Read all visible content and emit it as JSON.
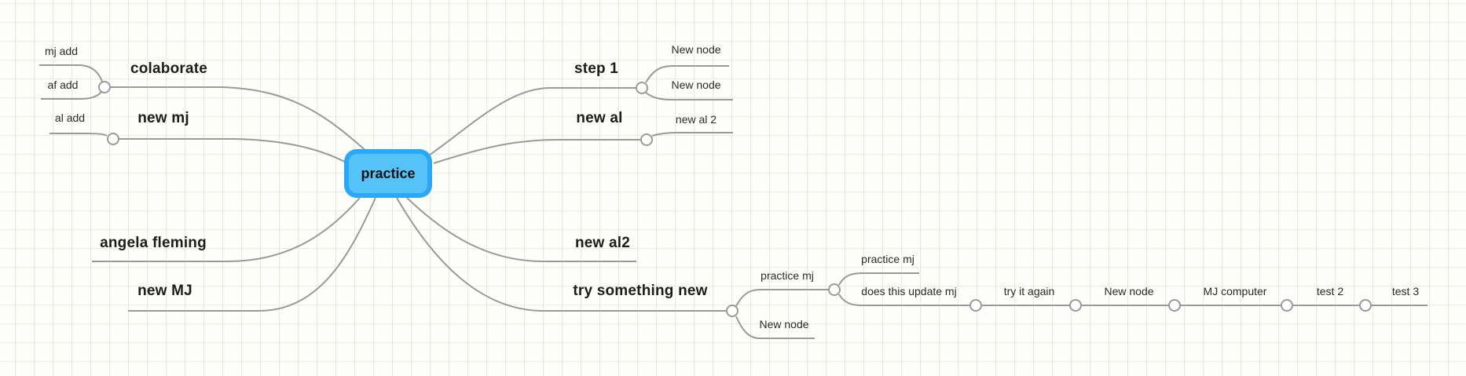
{
  "colors": {
    "root_node_border": "#2ba7f7",
    "root_node_fill": "#55c2f8",
    "connector": "#9a9a9a",
    "grid_line": "#e9ebde",
    "canvas_bg": "#fdfdfa",
    "text": "#1c1c1c"
  },
  "mindmap": {
    "root": {
      "label": "practice"
    },
    "left": [
      {
        "label": "colaborate",
        "children": [
          {
            "label": "mj add"
          },
          {
            "label": "af add"
          }
        ]
      },
      {
        "label": "new mj",
        "children": [
          {
            "label": "al add"
          }
        ]
      },
      {
        "label": "angela fleming"
      },
      {
        "label": "new MJ"
      }
    ],
    "right": [
      {
        "label": "step 1",
        "children": [
          {
            "label": "New node"
          },
          {
            "label": "New node"
          }
        ]
      },
      {
        "label": "new al",
        "children": [
          {
            "label": "new al 2"
          }
        ]
      },
      {
        "label": "new al2"
      },
      {
        "label": "try something new",
        "children": [
          {
            "label": "practice mj",
            "children": [
              {
                "label": "practice mj"
              },
              {
                "label": "does this update mj",
                "children": [
                  {
                    "label": "try it again",
                    "children": [
                      {
                        "label": "New node",
                        "children": [
                          {
                            "label": "MJ computer",
                            "children": [
                              {
                                "label": "test 2",
                                "children": [
                                  {
                                    "label": "test 3"
                                  }
                                ]
                              }
                            ]
                          }
                        ]
                      }
                    ]
                  }
                ]
              }
            ]
          },
          {
            "label": "New node"
          }
        ]
      }
    ]
  }
}
